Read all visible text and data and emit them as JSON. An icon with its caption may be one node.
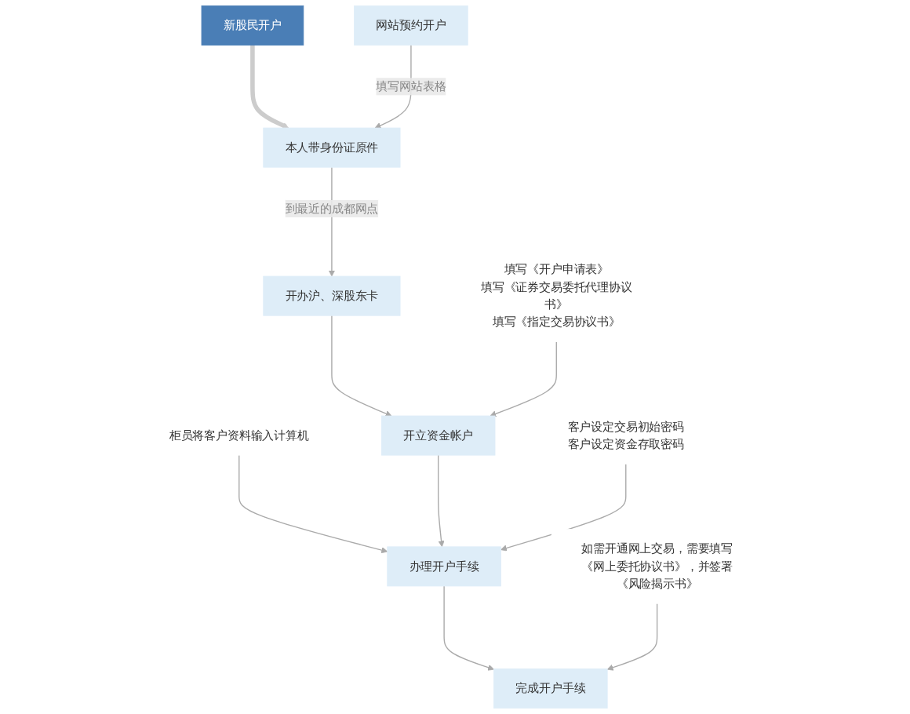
{
  "diagram": {
    "nodes": [
      {
        "text": [
          "新股民开户"
        ]
      },
      {
        "text": [
          "网站预约开户"
        ]
      },
      {
        "text": [
          "本人带身份证原件"
        ]
      },
      {
        "text": [
          "开办沪、深股东卡"
        ]
      },
      {
        "text": [
          "开立资金帐户"
        ]
      },
      {
        "text": [
          "办理开户手续"
        ]
      },
      {
        "text": [
          "完成开户手续"
        ]
      },
      {
        "text": [
          "填写《开户申请表》",
          "填写《证券交易委托代理协议书》",
          "填写《指定交易协议书》"
        ]
      },
      {
        "text": [
          "客户设定交易初始密码",
          "客户设定资金存取密码"
        ]
      },
      {
        "text": [
          "柜员将客户资料输入计算机"
        ]
      },
      {
        "text": [
          "如需开通网上交易，需要填写《网上委托协议书》，并签署《风险揭示书》"
        ]
      }
    ],
    "edges": [
      {
        "from": 9,
        "to": 5,
        "arrow": "to"
      },
      {
        "from": 0,
        "to": 2,
        "arrow": "to",
        "style": "thick"
      },
      {
        "from": 1,
        "to": 2,
        "arrow": "to",
        "label": "填写网站表格"
      },
      {
        "from": 2,
        "to": 3,
        "arrow": "to",
        "label": "到最近的成都网点"
      },
      {
        "from": 3,
        "to": 4,
        "arrow": "to"
      },
      {
        "from": 4,
        "to": 5,
        "arrow": "to"
      },
      {
        "from": 5,
        "to": 6,
        "arrow": "to"
      },
      {
        "from": 7,
        "to": 4,
        "arrow": "to"
      },
      {
        "from": 8,
        "to": 5,
        "arrow": "to"
      },
      {
        "from": 10,
        "to": 6,
        "arrow": "to"
      }
    ]
  }
}
